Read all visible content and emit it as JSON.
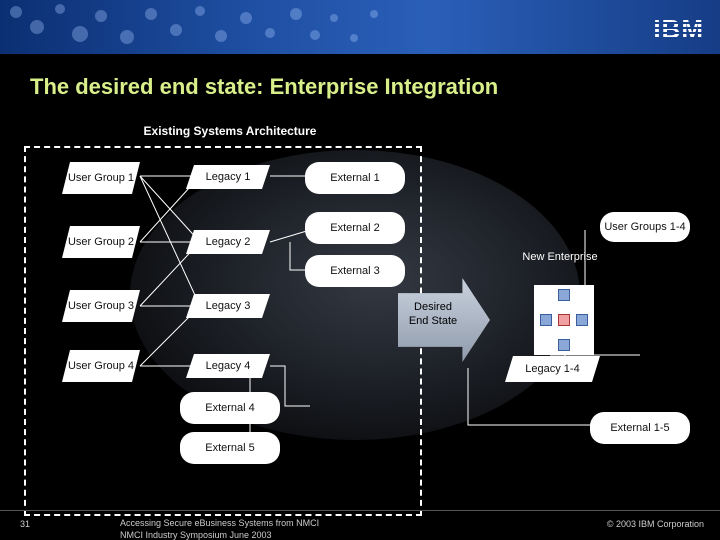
{
  "header": {
    "logo_text": "IBM"
  },
  "title": "The desired end state: Enterprise Integration",
  "subtitle": "Existing Systems Architecture",
  "existing": {
    "user_groups": [
      "User Group 1",
      "User Group 2",
      "User Group 3",
      "User Group 4"
    ],
    "legacy": [
      "Legacy 1",
      "Legacy 2",
      "Legacy 3",
      "Legacy 4"
    ],
    "externals": [
      "External 1",
      "External 2",
      "External 3",
      "External 4",
      "External 5"
    ]
  },
  "transition_label": "Desired End State",
  "target": {
    "user_groups": "User Groups 1-4",
    "hub": "New Enterprise",
    "legacy": "Legacy 1-4",
    "externals": "External 1-5"
  },
  "footer": {
    "page_number": "31",
    "line1": "Accessing Secure eBusiness Systems from NMCI",
    "line2": "NMCI Industry Symposium June 2003",
    "copyright": "© 2003 IBM Corporation"
  }
}
